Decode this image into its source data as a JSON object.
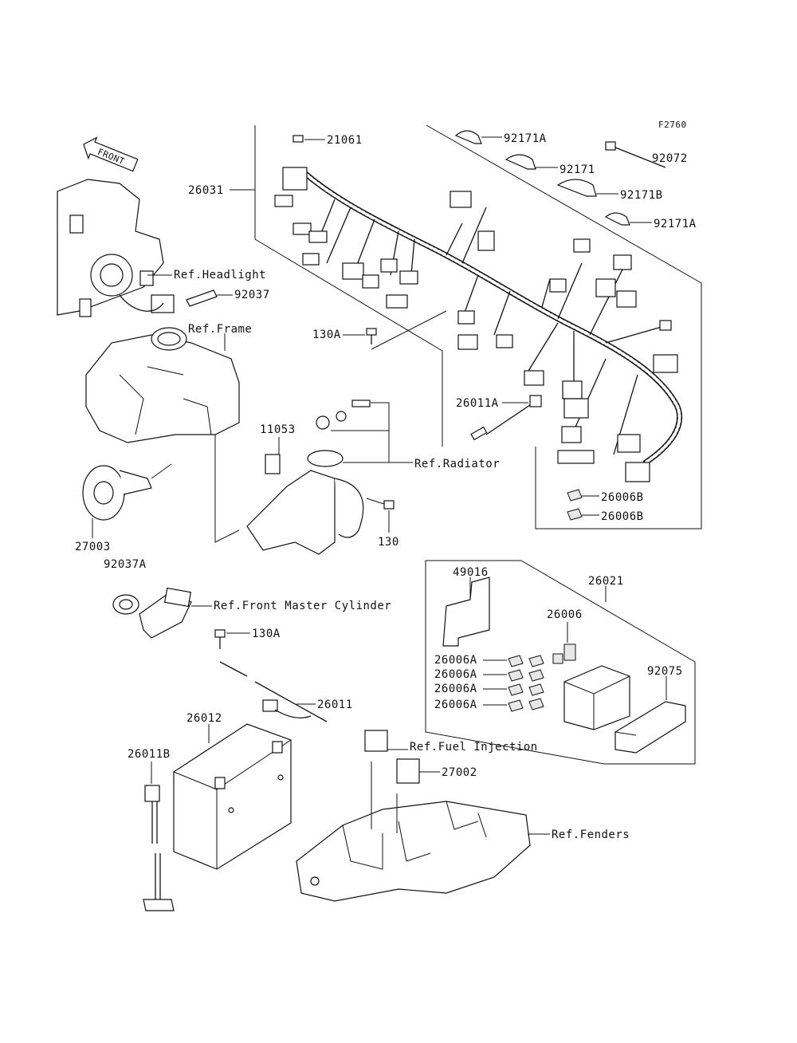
{
  "figure_code": "F2760",
  "front_arrow": "FRONT",
  "labels": {
    "p21061": "21061",
    "p92171A_1": "92171A",
    "p92171": "92171",
    "p92072": "92072",
    "p92171B": "92171B",
    "p92171A_2": "92171A",
    "p26031": "26031",
    "ref_headlight": "Ref.Headlight",
    "p92037": "92037",
    "ref_frame": "Ref.Frame",
    "p130A_1": "130A",
    "p26011A": "26011A",
    "p11053": "11053",
    "ref_radiator": "Ref.Radiator",
    "p26006B_1": "26006B",
    "p26006B_2": "26006B",
    "p130": "130",
    "p27003": "27003",
    "p92037A": "92037A",
    "p49016": "49016",
    "p26021": "26021",
    "p26006": "26006",
    "ref_front_master_cylinder": "Ref.Front Master Cylinder",
    "p130A_2": "130A",
    "p26006A_1": "26006A",
    "p26006A_2": "26006A",
    "p26006A_3": "26006A",
    "p26006A_4": "26006A",
    "p92075": "92075",
    "p26011": "26011",
    "p26012": "26012",
    "p26011B": "26011B",
    "ref_fuel_injection": "Ref.Fuel Injection",
    "p27002": "27002",
    "ref_fenders": "Ref.Fenders"
  }
}
